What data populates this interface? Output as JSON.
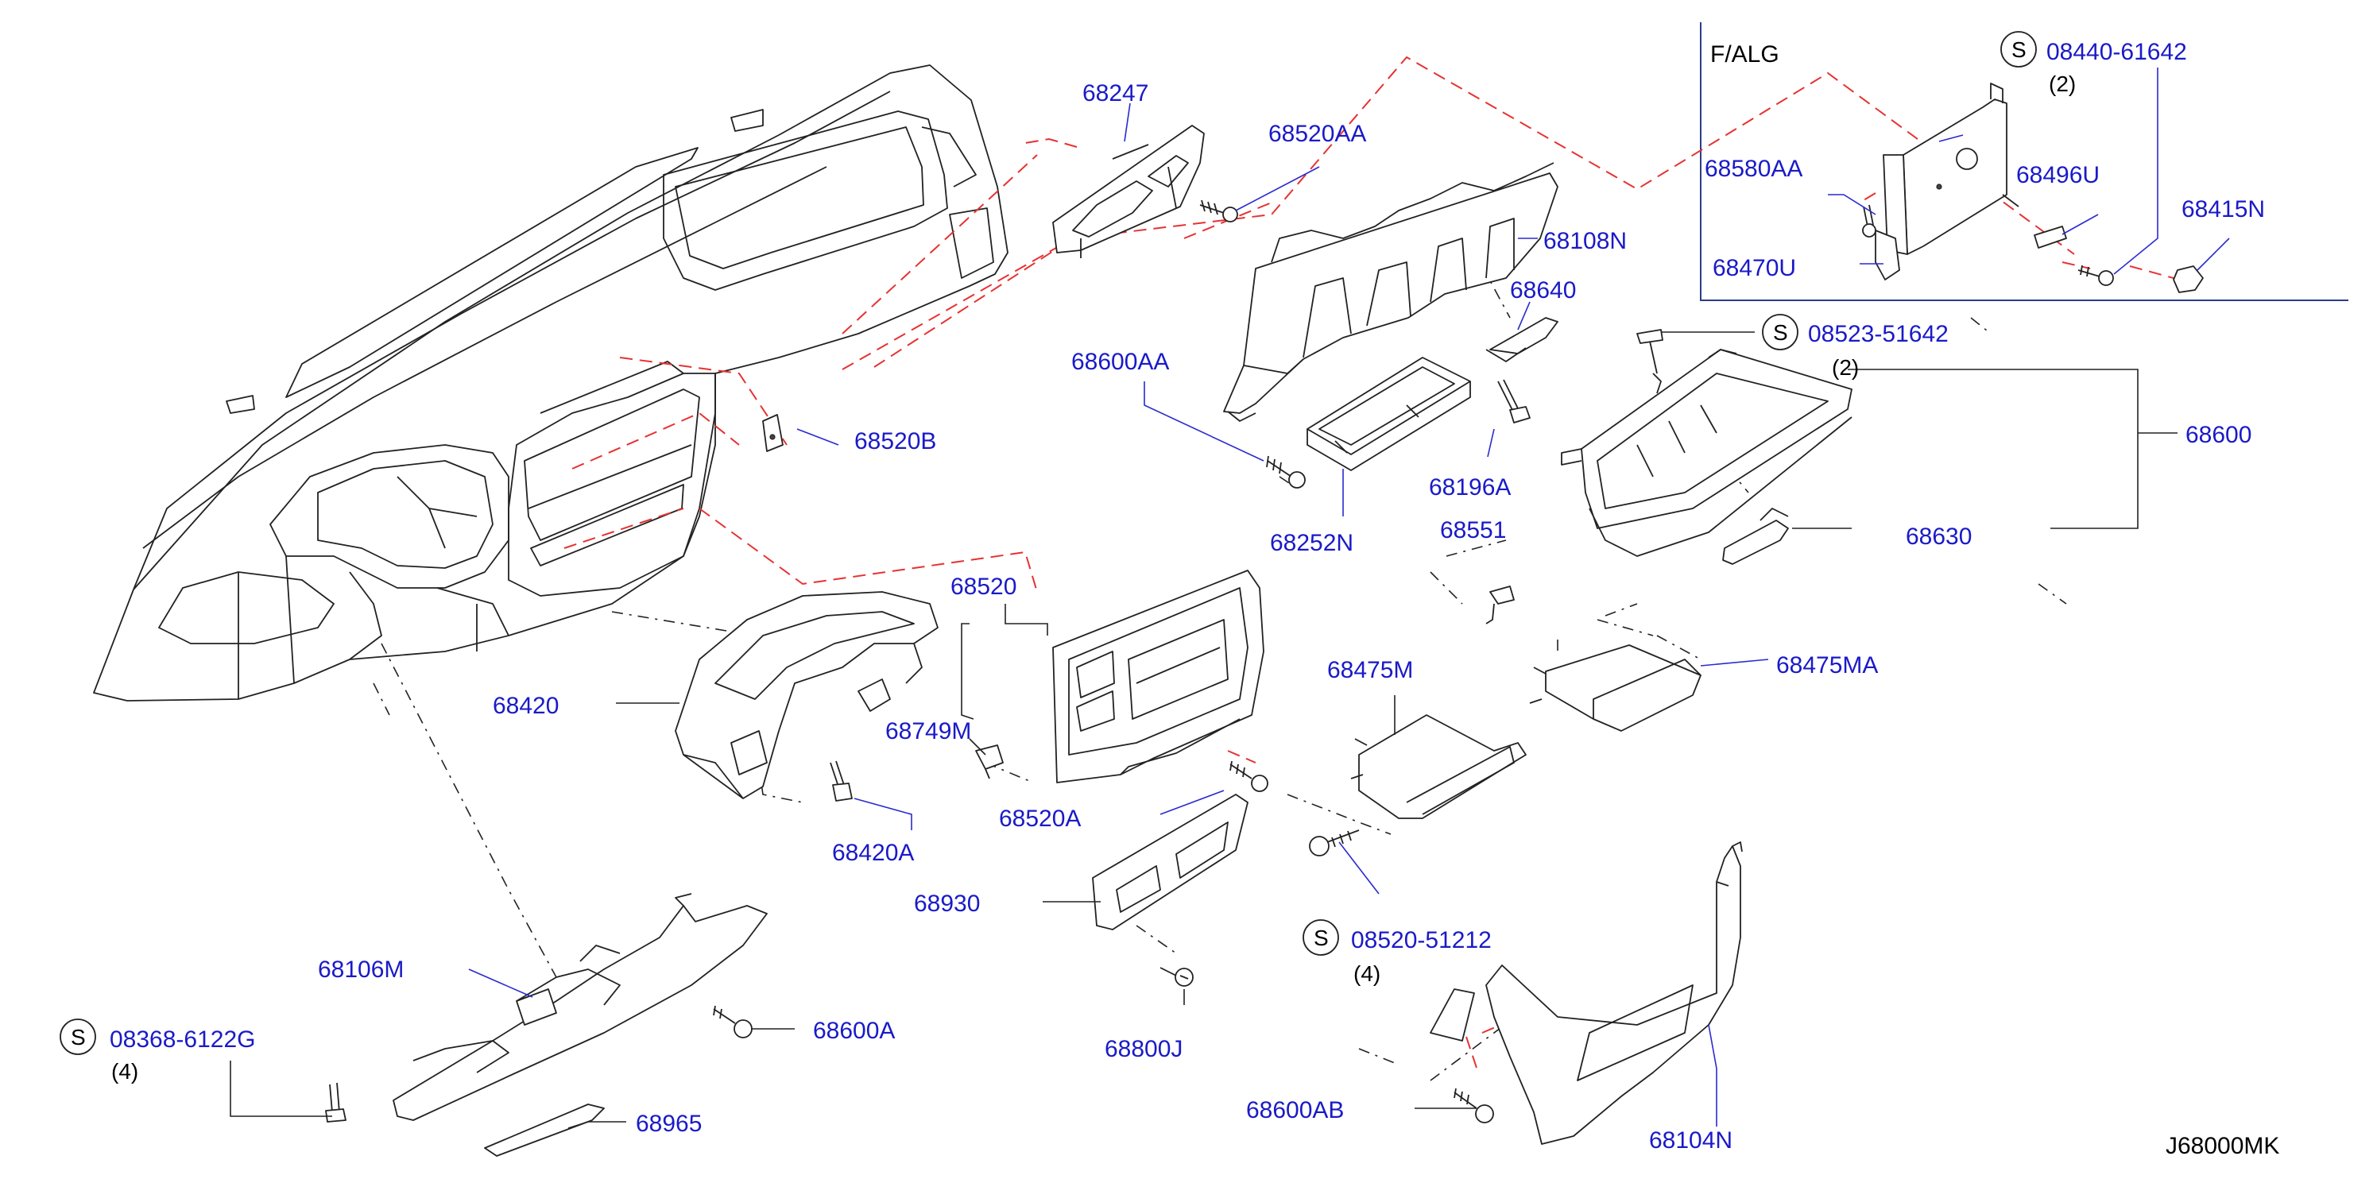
{
  "inset": {
    "title": "F/ALG"
  },
  "drawing_code": "J68000MK",
  "parts": {
    "p68247": "68247",
    "p68520AA": "68520AA",
    "p68108N": "68108N",
    "p68640": "68640",
    "p68600AA": "68600AA",
    "p68196A": "68196A",
    "p68520B": "68520B",
    "p68252N": "68252N",
    "p68551": "68551",
    "p68600": "68600",
    "p68630": "68630",
    "p68520": "68520",
    "p68420": "68420",
    "p68749M": "68749M",
    "p68475M": "68475M",
    "p68475MA": "68475MA",
    "p68520A": "68520A",
    "p68420A": "68420A",
    "p68930": "68930",
    "p68106M": "68106M",
    "p68600A": "68600A",
    "p68800J": "68800J",
    "p68965": "68965",
    "p68600AB": "68600AB",
    "p68104N": "68104N",
    "p68580AA": "68580AA",
    "p68496U": "68496U",
    "p68470U": "68470U",
    "p68415N": "68415N"
  },
  "fasteners": {
    "f1": {
      "symbol": "S",
      "code": "08440-61642",
      "qty": "(2)"
    },
    "f2": {
      "symbol": "S",
      "code": "08523-51642",
      "qty": "(2)"
    },
    "f3": {
      "symbol": "S",
      "code": "08520-51212",
      "qty": "(4)"
    },
    "f4": {
      "symbol": "S",
      "code": "08368-6122G",
      "qty": "(4)"
    }
  },
  "colors": {
    "label": "#1a1ac8",
    "phantom_line": "#e63232",
    "frame": "#2a3c8c",
    "line_art": "#222222"
  }
}
